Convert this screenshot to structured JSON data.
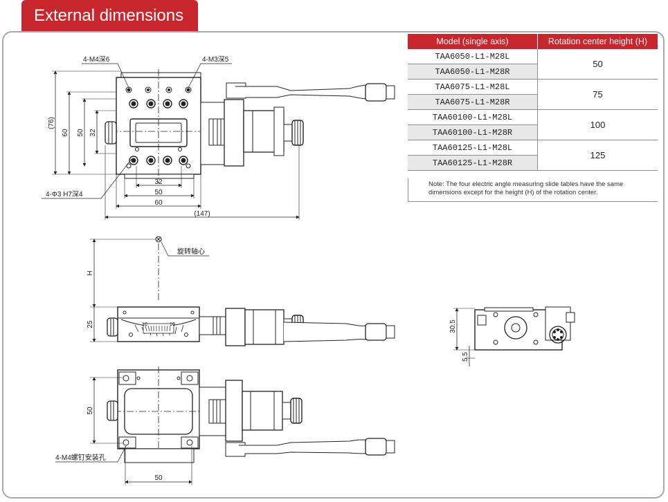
{
  "header": {
    "title": "External dimensions"
  },
  "table": {
    "col1": "Model (single axis)",
    "col2": "Rotation center height (H)",
    "groups": [
      {
        "models": [
          "TAA6050-L1-M28L",
          "TAA6050-L1-M28R"
        ],
        "height": "50"
      },
      {
        "models": [
          "TAA6075-L1-M28L",
          "TAA6075-L1-M28R"
        ],
        "height": "75"
      },
      {
        "models": [
          "TAA60100-L1-M28L",
          "TAA60100-L1-M28R"
        ],
        "height": "100"
      },
      {
        "models": [
          "TAA60125-L1-M28L",
          "TAA60125-L1-M28R"
        ],
        "height": "125"
      }
    ],
    "note": "Note: The four electric angle measuring slide tables have the same dimensions except for the height (H) of the rotation center."
  },
  "top_view": {
    "callout_m4": "4-M4深6",
    "callout_m3": "4-M3深5",
    "callout_pin": "4-Φ3 H7深4",
    "dim_76": "(76)",
    "dim_60v": "60",
    "dim_50v": "50",
    "dim_32v": "32",
    "dim_32h": "32",
    "dim_50h": "50",
    "dim_60h": "60",
    "dim_147": "(147)"
  },
  "side_view": {
    "rotation_center": "旋转轴心",
    "dim_h": "H",
    "dim_25": "25",
    "scale_left": "10",
    "scale_right": "10"
  },
  "bottom_view": {
    "callout_mount": "4-M4螺钉安装孔",
    "dim_50v": "50",
    "dim_50h": "50"
  },
  "end_view": {
    "dim_30_5": "30.5",
    "dim_5_5": "5.5"
  }
}
